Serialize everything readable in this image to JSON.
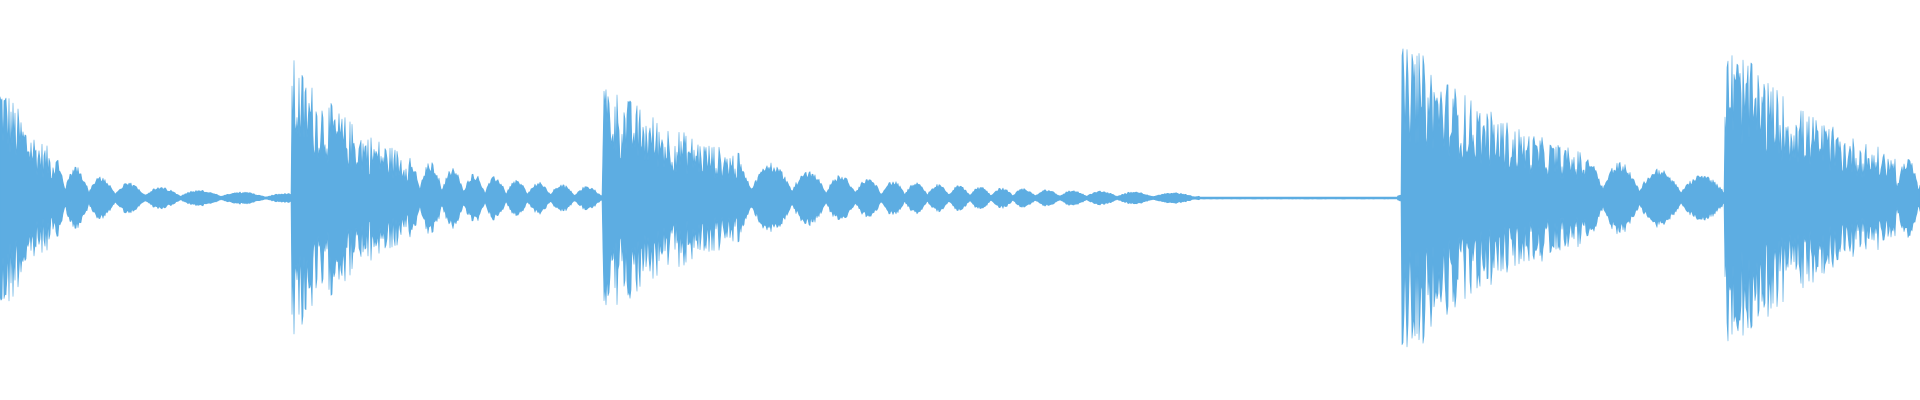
{
  "waveform": {
    "color": "#5dade2",
    "background": "#ffffff",
    "bursts": [
      {
        "t": 0.0,
        "amp": 0.75,
        "duration": 0.05,
        "decay": 0.45
      },
      {
        "t": 0.152,
        "amp": 0.82,
        "duration": 0.08,
        "decay": 0.55
      },
      {
        "t": 0.314,
        "amp": 0.7,
        "duration": 0.11,
        "decay": 0.55
      },
      {
        "t": 0.73,
        "amp": 0.97,
        "duration": 0.12,
        "decay": 0.5
      },
      {
        "t": 0.898,
        "amp": 0.97,
        "duration": 0.102,
        "decay": 0.55
      }
    ],
    "silences": [
      {
        "from": 0.625,
        "to": 0.728,
        "amp": 0.006
      }
    ]
  }
}
